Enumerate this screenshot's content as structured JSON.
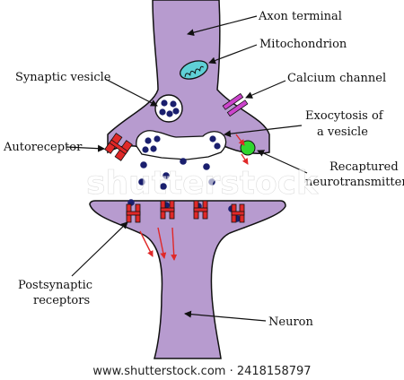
{
  "labels": {
    "axon_terminal": "Axon terminal",
    "mitochondrion": "Mitochondrion",
    "synaptic_vesicle": "Synaptic vesicle",
    "calcium_channel": "Calcium channel",
    "exocytosis_line1": "Exocytosis of",
    "exocytosis_line2": "a vesicle",
    "autoreceptor": "Autoreceptor",
    "recaptured_line1": "Recaptured",
    "recaptured_line2": "neurotransmitter",
    "postsynaptic_line1": "Postsynaptic",
    "postsynaptic_line2": "receptors",
    "neuron": "Neuron"
  },
  "watermark": {
    "brand": "shutterstock",
    "footer": "www.shutterstock.com · 2418158797"
  },
  "colors": {
    "cell": "#b79bcf",
    "outline": "#111111",
    "mitochondrion": "#5fd0d6",
    "calcium_channel": "#cc44cc",
    "receptor": "#e02828",
    "neurotransmitter": "#1a1f6e",
    "recaptured": "#2fd62f",
    "arrow": "#e02828"
  }
}
